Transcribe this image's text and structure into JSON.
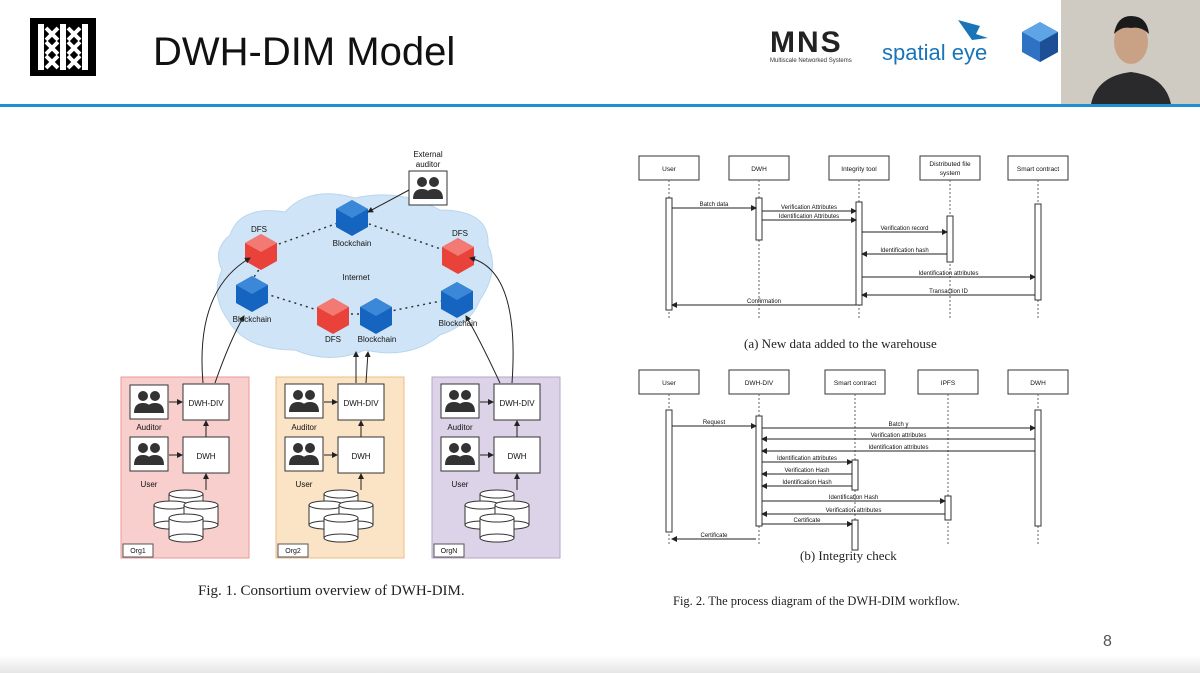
{
  "slide": {
    "title": "DWH-DIM Model",
    "page_number": "8"
  },
  "logos": {
    "mns": {
      "text": "MNS",
      "subtitle": "Multiscale Networked Systems"
    },
    "spatial_eye": {
      "text": "spatial eye"
    }
  },
  "fig1": {
    "caption": "Fig. 1.  Consortium overview of DWH-DIM.",
    "external_auditor": [
      "External",
      "auditor"
    ],
    "internet": "Internet",
    "labels": {
      "dfs": "DFS",
      "blockchain": "Blockchain",
      "dwh_div": "DWH-DIV",
      "dwh": "DWH",
      "auditor": "Auditor",
      "user": "User"
    },
    "orgs": [
      "Org1",
      "Org2",
      "OrgN"
    ]
  },
  "fig2": {
    "caption": "Fig. 2.  The process diagram of the DWH-DIM workflow.",
    "a": {
      "caption": "(a)  New data added to the warehouse",
      "actors": [
        "User",
        "DWH",
        "Integrity tool",
        "Distributed file system",
        "Smart contract"
      ],
      "messages": [
        "Batch data",
        "Verification Attributes",
        "Identification Attributes",
        "Verification record",
        "Identification hash",
        "Identification attributes",
        "Transaction ID",
        "Confirmation"
      ]
    },
    "b": {
      "caption": "(b)  Integrity check",
      "actors": [
        "User",
        "DWH-DIV",
        "Smart contract",
        "IPFS",
        "DWH"
      ],
      "messages": [
        "Request",
        "Batch y",
        "Verification attributes",
        "Identification attributes",
        "Identification attributes",
        "Verification Hash",
        "Identification Hash",
        "Identification Hash",
        "Verification attributes",
        "Certificate",
        "Certificate"
      ]
    }
  },
  "colors": {
    "accent": "#1e8fd2",
    "dfs": "#e8423a",
    "blockchain": "#1565c0",
    "org1": "#f8cfcd",
    "org2": "#fbe3c6",
    "orgN": "#ddd3e8",
    "cloud": "#cfe4f6"
  }
}
